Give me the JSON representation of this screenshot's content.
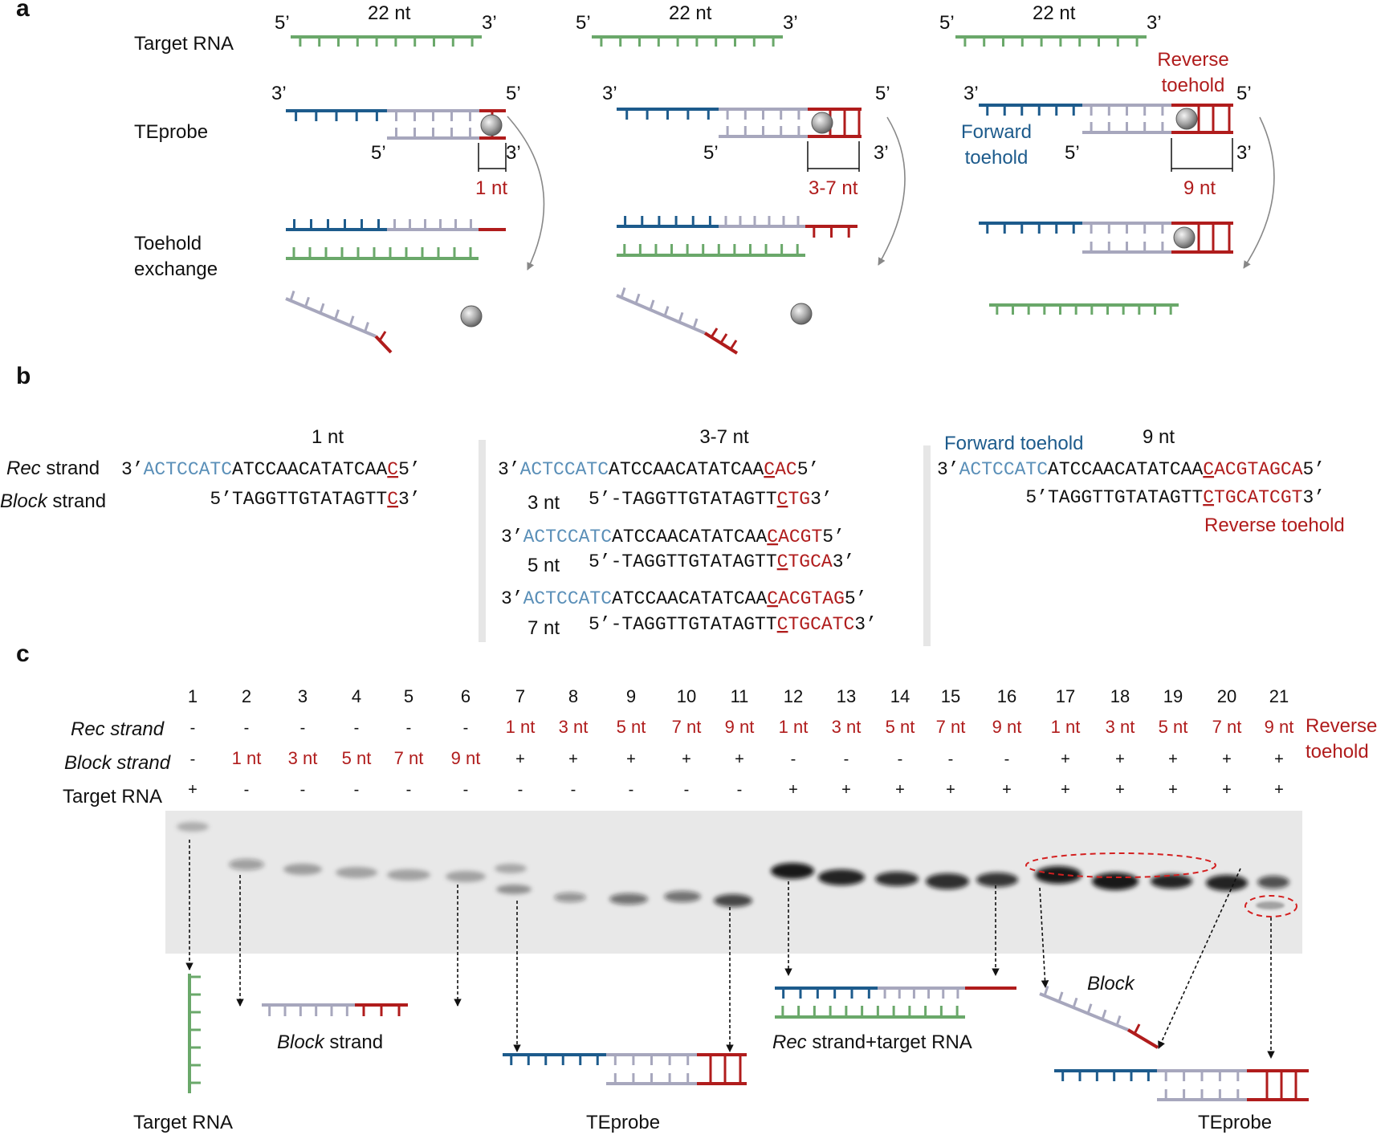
{
  "colors": {
    "forward": "#1d5b8c",
    "forward_text": "#5a8fb8",
    "middle": "#a7a7bd",
    "reverse": "#b01c1c",
    "target": "#6aa86a",
    "text": "#111111",
    "divider": "#e6e6e6",
    "gel_bg": "#e8e8e8",
    "band": "#111111"
  },
  "panel_a": {
    "letter": "a",
    "row_labels": [
      "Target RNA",
      "TEprobe",
      "Toehold",
      "exchange"
    ],
    "end_5": "5’",
    "end_3": "3’",
    "length_22": "22 nt",
    "columns": [
      {
        "toehold": "1 nt"
      },
      {
        "toehold": "3-7 nt"
      },
      {
        "toehold": "9 nt"
      }
    ],
    "reverse_toehold": [
      "Reverse",
      "toehold"
    ],
    "forward_toehold": [
      "Forward",
      "toehold"
    ]
  },
  "panel_b": {
    "letter": "b",
    "row_labels": {
      "rec_italic": "Rec",
      "block_italic": "Block",
      "strand": " strand"
    },
    "headers": [
      "1 nt",
      "3-7 nt",
      "9 nt"
    ],
    "forward_toehold_label": "Forward toehold",
    "reverse_toehold_label": "Reverse toehold",
    "col1": {
      "rec": {
        "p3": "3’",
        "fwd": "ACTCCATC",
        "mid": "ATCCAACATATCAA",
        "u": "C",
        "rest": "",
        "p5": "5’"
      },
      "block": {
        "p5": "5’",
        "mid": "TAGGTTGTATAGTT",
        "u": "C",
        "rest": "",
        "p3": "3’"
      }
    },
    "col2": [
      {
        "size": "3 nt",
        "rec": {
          "p3": "3’",
          "fwd": "ACTCCATC",
          "mid": "ATCCAACATATCAA",
          "u": "C",
          "rest": "AC",
          "p5": "5’"
        },
        "block": {
          "p5": "5’-",
          "mid": "TAGGTTGTATAGTT",
          "u": "C",
          "rest": "TG",
          "p3": "3’"
        }
      },
      {
        "size": "5 nt",
        "rec": {
          "p3": "3’",
          "fwd": "ACTCCATC",
          "mid": "ATCCAACATATCAA",
          "u": "C",
          "rest": "ACGT",
          "p5": "5’"
        },
        "block": {
          "p5": "5’-",
          "mid": "TAGGTTGTATAGTT",
          "u": "C",
          "rest": "TGCA",
          "p3": "3’"
        }
      },
      {
        "size": "7 nt",
        "rec": {
          "p3": "3’",
          "fwd": "ACTCCATC",
          "mid": "ATCCAACATATCAA",
          "u": "C",
          "rest": "ACGTAG",
          "p5": "5’"
        },
        "block": {
          "p5": "5’-",
          "mid": "TAGGTTGTATAGTT",
          "u": "C",
          "rest": "TGCATC",
          "p3": "3’"
        }
      }
    ],
    "col3": {
      "rec": {
        "p3": "3’",
        "fwd": "ACTCCATC",
        "mid": "ATCCAACATATCAA",
        "u": "C",
        "rest": "ACGTAGCA",
        "p5": "5’"
      },
      "block": {
        "p5": "5’",
        "mid": "TAGGTTGTATAGTT",
        "u": "C",
        "rest": "TGCATCGT",
        "p3": "3’"
      }
    }
  },
  "panel_c": {
    "letter": "c",
    "row_labels": {
      "rec": "Rec strand",
      "block": "Block strand",
      "target": "Target RNA"
    },
    "lanes": [
      "1",
      "2",
      "3",
      "4",
      "5",
      "6",
      "7",
      "8",
      "9",
      "10",
      "11",
      "12",
      "13",
      "14",
      "15",
      "16",
      "17",
      "18",
      "19",
      "20",
      "21"
    ],
    "rec_row": [
      "-",
      "-",
      "-",
      "-",
      "-",
      "-",
      "1 nt",
      "3 nt",
      "5 nt",
      "7 nt",
      "9 nt",
      "1 nt",
      "3 nt",
      "5 nt",
      "7 nt",
      "9 nt",
      "1 nt",
      "3 nt",
      "5 nt",
      "7 nt",
      "9 nt"
    ],
    "block_row": [
      "-",
      "1 nt",
      "3 nt",
      "5 nt",
      "7 nt",
      "9 nt",
      "+",
      "+",
      "+",
      "+",
      "+",
      "-",
      "-",
      "-",
      "-",
      "-",
      "+",
      "+",
      "+",
      "+",
      "+"
    ],
    "target_row": [
      "+",
      "-",
      "-",
      "-",
      "-",
      "-",
      "-",
      "-",
      "-",
      "-",
      "-",
      "+",
      "+",
      "+",
      "+",
      "+",
      "+",
      "+",
      "+",
      "+",
      "+"
    ],
    "reverse_toehold": [
      "Reverse",
      "toehold"
    ],
    "schematic_labels": {
      "block_strand_italic": "Block",
      "block_strand_rest": " strand",
      "rec_target_italic": "Rec",
      "rec_target_rest": " strand+target RNA",
      "block": "Block",
      "target_rna": "Target RNA",
      "teprobe_1": "TEprobe",
      "teprobe_2": "TEprobe"
    }
  }
}
